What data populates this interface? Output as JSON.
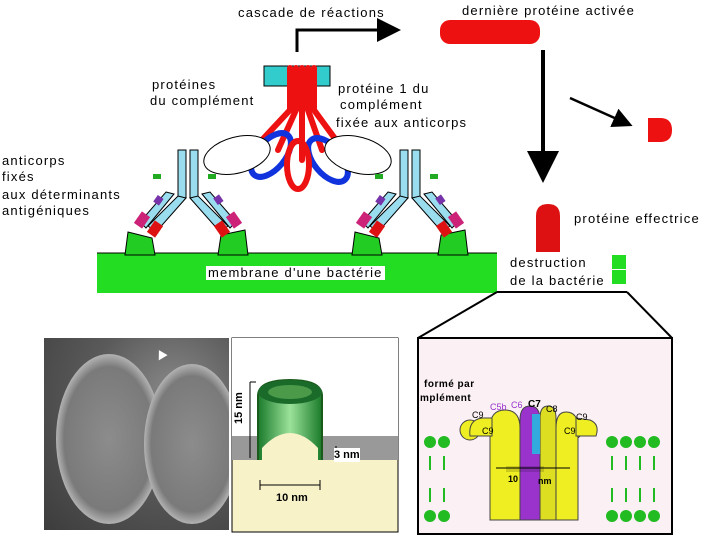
{
  "labels": {
    "cascade": "cascade de réactions",
    "last_protein": "dernière protéine activée",
    "complement_proteins": [
      "protéines",
      "du complément"
    ],
    "protein1": [
      "protéine 1 du",
      "complément",
      "fixée aux anticorps"
    ],
    "antibodies": [
      "anticorps",
      "fixés",
      "aux déterminants",
      "antigéniques"
    ],
    "effector": "protéine effectrice",
    "membrane": "membrane d'une bactérie",
    "destruction": [
      "destruction",
      "de la bactérie"
    ],
    "scale_height": "15 nm",
    "scale_base": "3 nm",
    "scale_width": "10 nm",
    "pore_formed": "formé par",
    "pore_complement": "mplément",
    "c5b": "C5b",
    "c6": "C6",
    "c7": "C7",
    "c8": "C8",
    "c9_labels": [
      "C9",
      "C9",
      "C9",
      "C9"
    ],
    "pore_width_prefix": "10",
    "pore_width_suffix": "nm"
  },
  "colors": {
    "membrane": "#22dd22",
    "complement_red": "#ee1111",
    "complement_blue": "#1133dd",
    "receptor_cyan": "#99ddee",
    "effector_red": "#dd1111",
    "pore_yellow": "#eeee22",
    "pore_purple": "#9933cc",
    "pore_panel_bg": "#fbf0f4",
    "lipid_green": "#22bb22"
  },
  "icons": [
    "arrow-right-icon",
    "arrow-down-icon",
    "arrow-diagonal-icon",
    "electron-micrograph",
    "pore-schematic"
  ]
}
